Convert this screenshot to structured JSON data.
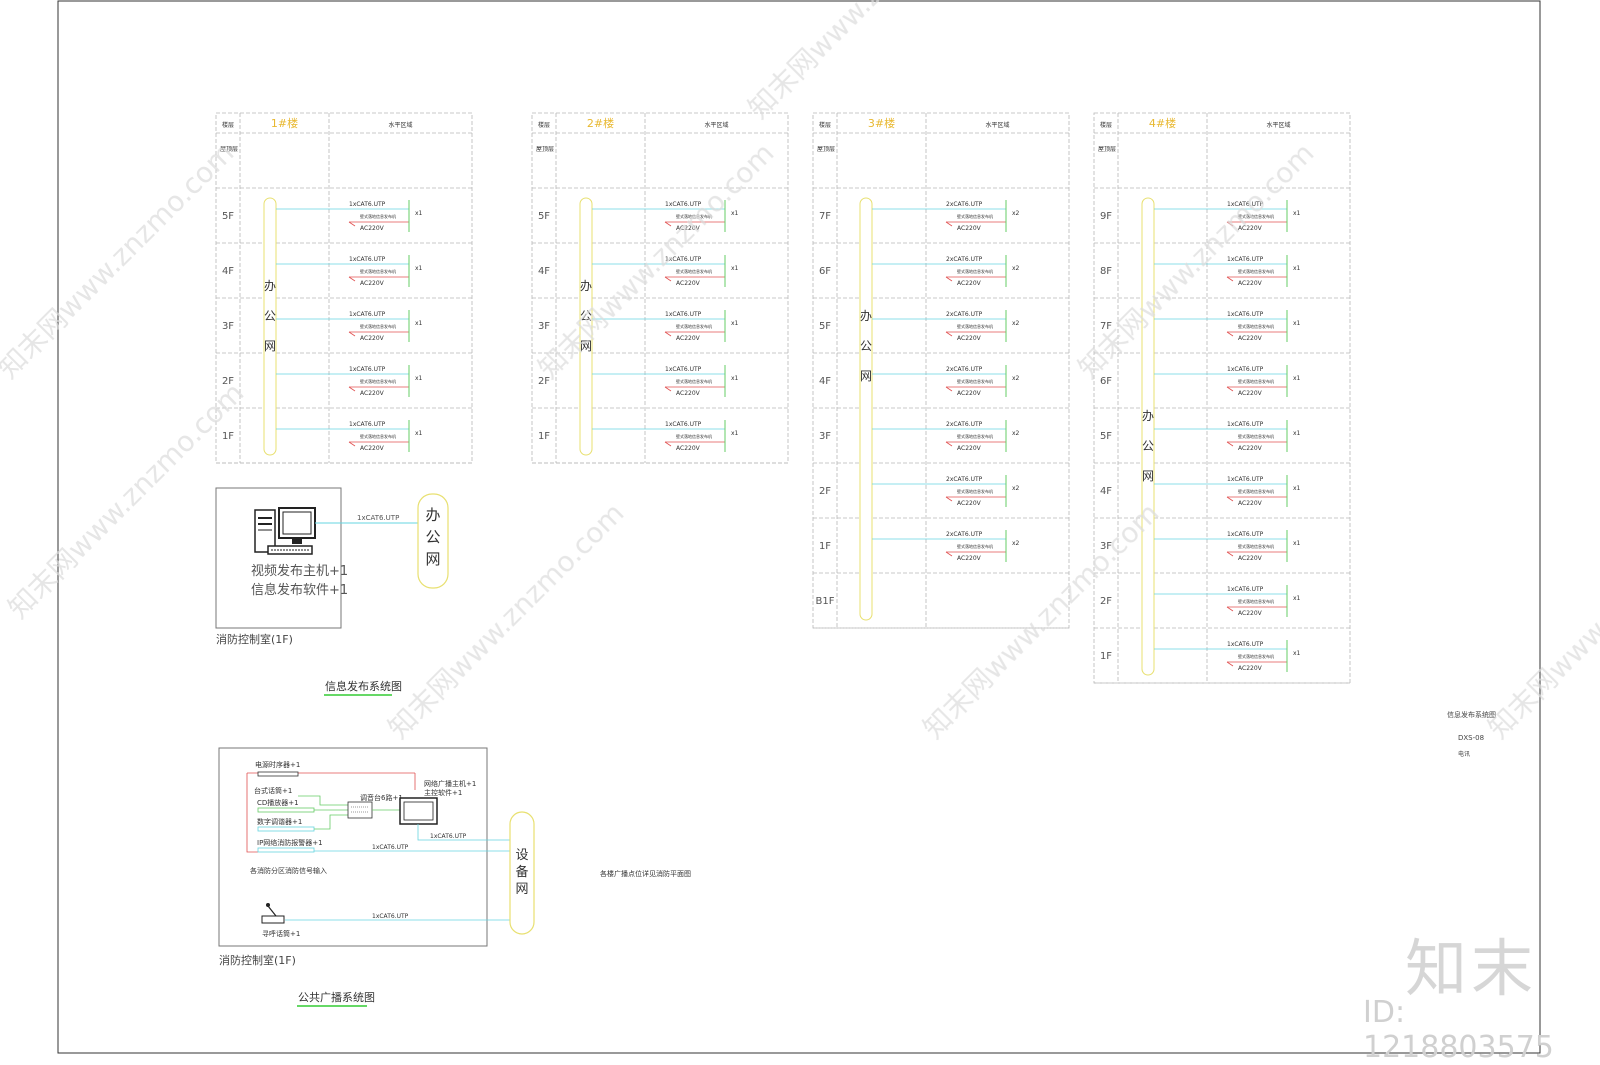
{
  "buildings": [
    {
      "id": "b1",
      "name": "1#楼",
      "network": "办公网",
      "floors": [
        {
          "label": "5F",
          "cable": "1xCAT6.UTP",
          "device": "壁式落地信息发布机",
          "power": "AC220V",
          "qty": "x1"
        },
        {
          "label": "4F",
          "cable": "1xCAT6.UTP",
          "device": "壁式落地信息发布机",
          "power": "AC220V",
          "qty": "x1"
        },
        {
          "label": "3F",
          "cable": "1xCAT6.UTP",
          "device": "壁式落地信息发布机",
          "power": "AC220V",
          "qty": "x1"
        },
        {
          "label": "2F",
          "cable": "1xCAT6.UTP",
          "device": "壁式落地信息发布机",
          "power": "AC220V",
          "qty": "x1"
        },
        {
          "label": "1F",
          "cable": "1xCAT6.UTP",
          "device": "壁式落地信息发布机",
          "power": "AC220V",
          "qty": "x1"
        }
      ]
    },
    {
      "id": "b2",
      "name": "2#楼",
      "network": "办公网",
      "floors": [
        {
          "label": "5F",
          "cable": "1xCAT6.UTP",
          "device": "壁式落地信息发布机",
          "power": "AC220V",
          "qty": "x1"
        },
        {
          "label": "4F",
          "cable": "1xCAT6.UTP",
          "device": "壁式落地信息发布机",
          "power": "AC220V",
          "qty": "x1"
        },
        {
          "label": "3F",
          "cable": "1xCAT6.UTP",
          "device": "壁式落地信息发布机",
          "power": "AC220V",
          "qty": "x1"
        },
        {
          "label": "2F",
          "cable": "1xCAT6.UTP",
          "device": "壁式落地信息发布机",
          "power": "AC220V",
          "qty": "x1"
        },
        {
          "label": "1F",
          "cable": "1xCAT6.UTP",
          "device": "壁式落地信息发布机",
          "power": "AC220V",
          "qty": "x1"
        }
      ]
    },
    {
      "id": "b3",
      "name": "3#楼",
      "network": "办公网",
      "floors": [
        {
          "label": "7F",
          "cable": "2xCAT6.UTP",
          "device": "壁式落地信息发布机",
          "power": "AC220V",
          "qty": "x2"
        },
        {
          "label": "6F",
          "cable": "2xCAT6.UTP",
          "device": "壁式落地信息发布机",
          "power": "AC220V",
          "qty": "x2"
        },
        {
          "label": "5F",
          "cable": "2xCAT6.UTP",
          "device": "壁式落地信息发布机",
          "power": "AC220V",
          "qty": "x2"
        },
        {
          "label": "4F",
          "cable": "2xCAT6.UTP",
          "device": "壁式落地信息发布机",
          "power": "AC220V",
          "qty": "x2"
        },
        {
          "label": "3F",
          "cable": "2xCAT6.UTP",
          "device": "壁式落地信息发布机",
          "power": "AC220V",
          "qty": "x2"
        },
        {
          "label": "2F",
          "cable": "2xCAT6.UTP",
          "device": "壁式落地信息发布机",
          "power": "AC220V",
          "qty": "x2"
        },
        {
          "label": "1F",
          "cable": "2xCAT6.UTP",
          "device": "壁式落地信息发布机",
          "power": "AC220V",
          "qty": "x2"
        },
        {
          "label": "B1F",
          "cable": "",
          "device": "",
          "power": "",
          "qty": ""
        }
      ]
    },
    {
      "id": "b4",
      "name": "4#楼",
      "network": "办公网",
      "floors": [
        {
          "label": "9F",
          "cable": "1xCAT6.UTP",
          "device": "壁式落地信息发布机",
          "power": "AC220V",
          "qty": "x1"
        },
        {
          "label": "8F",
          "cable": "1xCAT6.UTP",
          "device": "壁式落地信息发布机",
          "power": "AC220V",
          "qty": "x1"
        },
        {
          "label": "7F",
          "cable": "1xCAT6.UTP",
          "device": "壁式落地信息发布机",
          "power": "AC220V",
          "qty": "x1"
        },
        {
          "label": "6F",
          "cable": "1xCAT6.UTP",
          "device": "壁式落地信息发布机",
          "power": "AC220V",
          "qty": "x1"
        },
        {
          "label": "5F",
          "cable": "1xCAT6.UTP",
          "device": "壁式落地信息发布机",
          "power": "AC220V",
          "qty": "x1"
        },
        {
          "label": "4F",
          "cable": "1xCAT6.UTP",
          "device": "壁式落地信息发布机",
          "power": "AC220V",
          "qty": "x1"
        },
        {
          "label": "3F",
          "cable": "1xCAT6.UTP",
          "device": "壁式落地信息发布机",
          "power": "AC220V",
          "qty": "x1"
        },
        {
          "label": "2F",
          "cable": "1xCAT6.UTP",
          "device": "壁式落地信息发布机",
          "power": "AC220V",
          "qty": "x1"
        },
        {
          "label": "1F",
          "cable": "1xCAT6.UTP",
          "device": "壁式落地信息发布机",
          "power": "AC220V",
          "qty": "x1"
        }
      ]
    }
  ],
  "table_headers": {
    "floor": "楼层",
    "zone": "水平区域",
    "roof": "屋顶层"
  },
  "info_system": {
    "host_line1": "视频发布主机+1",
    "host_line2": "信息发布软件+1",
    "cable": "1xCAT6.UTP",
    "network": "办公网",
    "room": "消防控制室(1F)",
    "title": "信息发布系统图"
  },
  "pa_system": {
    "devices": [
      "电源时序器+1",
      "台式话筒+1",
      "CD播放器+1",
      "数字调谐器+1",
      "IP网络消防报警器+1"
    ],
    "mixer": "调音台6路+1",
    "host_line1": "网络广播主机+1",
    "host_line2": "主控软件+1",
    "fire_input": "各消防分区消防信号输入",
    "cable_host": "1xCAT6.UTP",
    "cable_ip": "1xCAT6.UTP",
    "cable_mic": "1xCAT6.UTP",
    "mic": "寻呼话筒+1",
    "network": "设备网",
    "room": "消防控制室(1F)",
    "title": "公共广播系统图",
    "note": "各楼广播点位详见消防平面图"
  },
  "title_block": {
    "drawing_name": "信息发布系统图",
    "drawing_no": "DXS-08",
    "discipline": "电讯"
  },
  "watermark": {
    "logo": "知末",
    "id": "ID: 1218803575",
    "diagonal": "知末网www.znzmo.com"
  },
  "colors": {
    "network_tube": "#e8e070",
    "cable": "#66d4e0",
    "device_red": "#e05050",
    "device_green": "#66cc66",
    "header_text": "#e8b830",
    "grid": "#b8b8b8",
    "title_underline": "#33cc33"
  }
}
